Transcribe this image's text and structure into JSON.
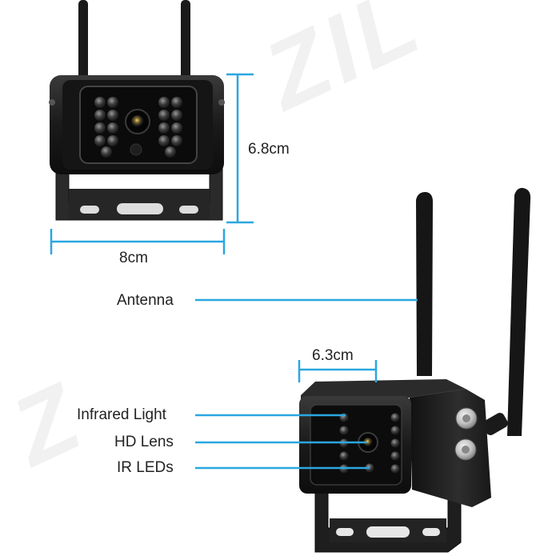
{
  "measurements": {
    "height": "6.8cm",
    "width": "8cm",
    "depth": "6.3cm"
  },
  "callouts": {
    "antenna": "Antenna",
    "infrared_light": "Infrared Light",
    "hd_lens": "HD Lens",
    "ir_leds": "IR LEDs"
  },
  "colors": {
    "dimension_line": "#2aa7e0",
    "camera_body": "#1b1b1b",
    "background": "#ffffff"
  }
}
